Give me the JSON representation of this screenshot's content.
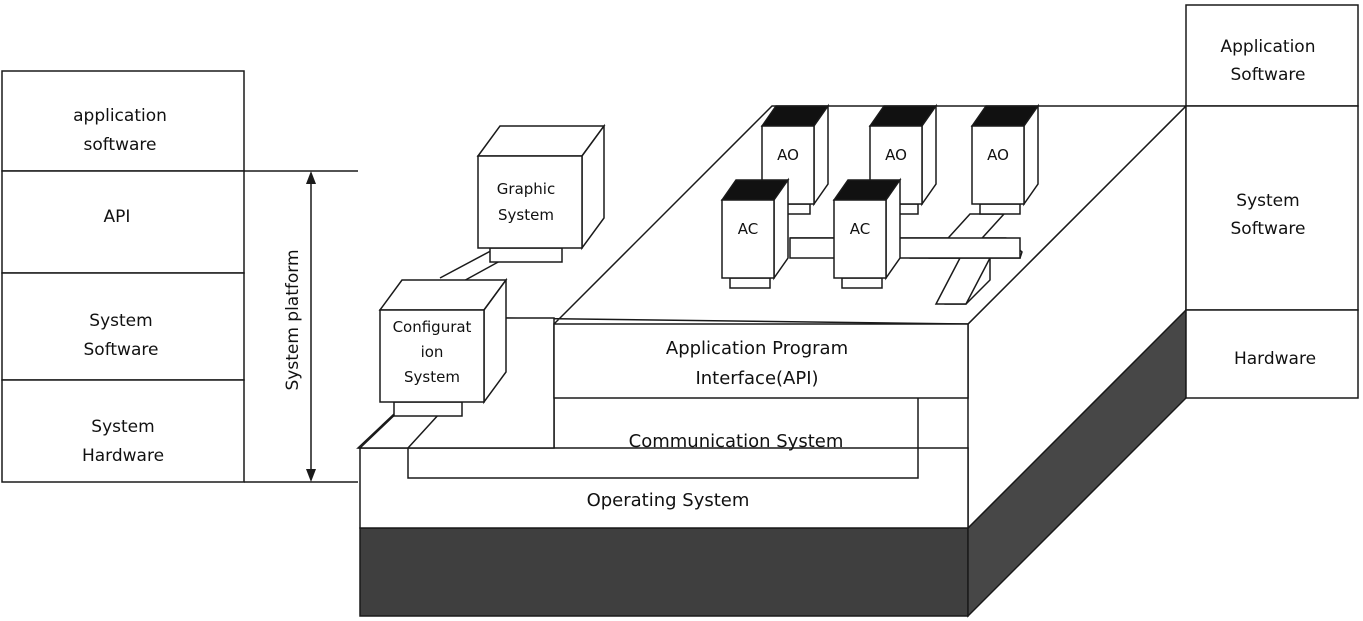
{
  "left_stack": {
    "layers": [
      "application\nsoftware",
      "API",
      "System\nSoftware",
      "System\nHardware"
    ],
    "bracket_label": "System platform"
  },
  "right_stack": {
    "layers": [
      "Application\nSoftware",
      "System\nSoftware",
      "Hardware"
    ]
  },
  "platform": {
    "api_label": "Application Program\nInterface(API)",
    "comm_label": "Communication System",
    "os_label": "Operating System"
  },
  "modules": {
    "graphic": "Graphic\nSystem",
    "configuration": "Configurat\nion\nSystem"
  },
  "ao_blocks": [
    "AO",
    "AO",
    "AO"
  ],
  "ac_blocks": [
    "AC",
    "AC"
  ]
}
